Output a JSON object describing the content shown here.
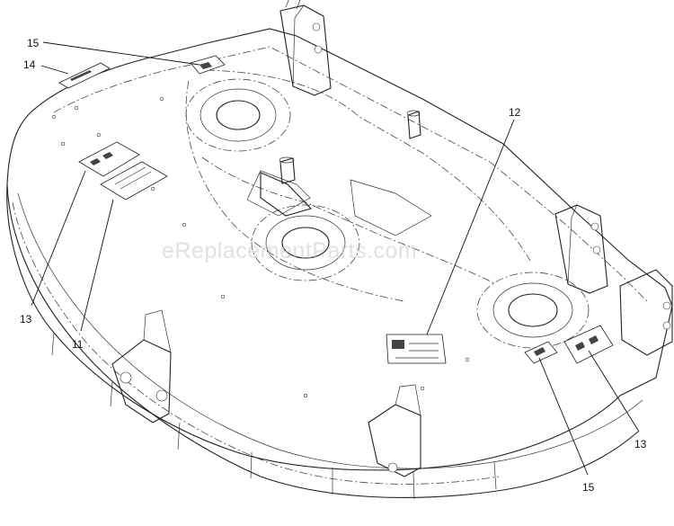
{
  "watermark": "eReplacementParts.com",
  "callouts": [
    {
      "id": "c15-top",
      "label": "15"
    },
    {
      "id": "c14",
      "label": "14"
    },
    {
      "id": "c12",
      "label": "12"
    },
    {
      "id": "c13-left",
      "label": "13"
    },
    {
      "id": "c11",
      "label": "11"
    },
    {
      "id": "c13-right",
      "label": "13"
    },
    {
      "id": "c15-bottom",
      "label": "15"
    }
  ]
}
